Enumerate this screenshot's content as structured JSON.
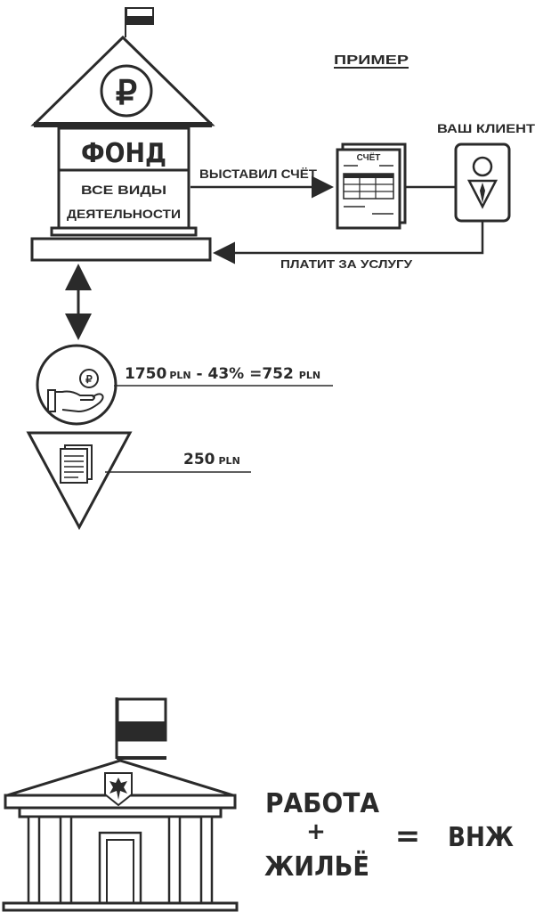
{
  "header": {
    "example_label": "ПРИМЕР"
  },
  "fund": {
    "ruble_symbol": "₽",
    "name": "ФОНД",
    "activity_line1": "ВСЕ ВИДЫ",
    "activity_line2": "ДЕЯТЕЛЬНОСТИ"
  },
  "invoice": {
    "issued_label": "ВЫСТАВИЛ СЧЁТ",
    "doc_title": "СЧЁТ"
  },
  "client": {
    "label": "ВАШ КЛИЕНТ",
    "pays_label": "ПЛАТИТ ЗА УСЛУГУ"
  },
  "calculation": {
    "income_main": "1750",
    "income_currency": "PLN",
    "income_tax": " - 43% =752 ",
    "income_currency2": "PLN",
    "fee_main": "250",
    "fee_currency": "PLN",
    "coin_symbol": "₽"
  },
  "residence": {
    "work": "РАБОТА",
    "plus": "+",
    "housing": "ЖИЛЬЁ",
    "equals": "=",
    "result": "ВНЖ"
  },
  "colors": {
    "ink": "#2a2a2a",
    "flag_red": "#2a2a2a",
    "background": "#ffffff"
  }
}
